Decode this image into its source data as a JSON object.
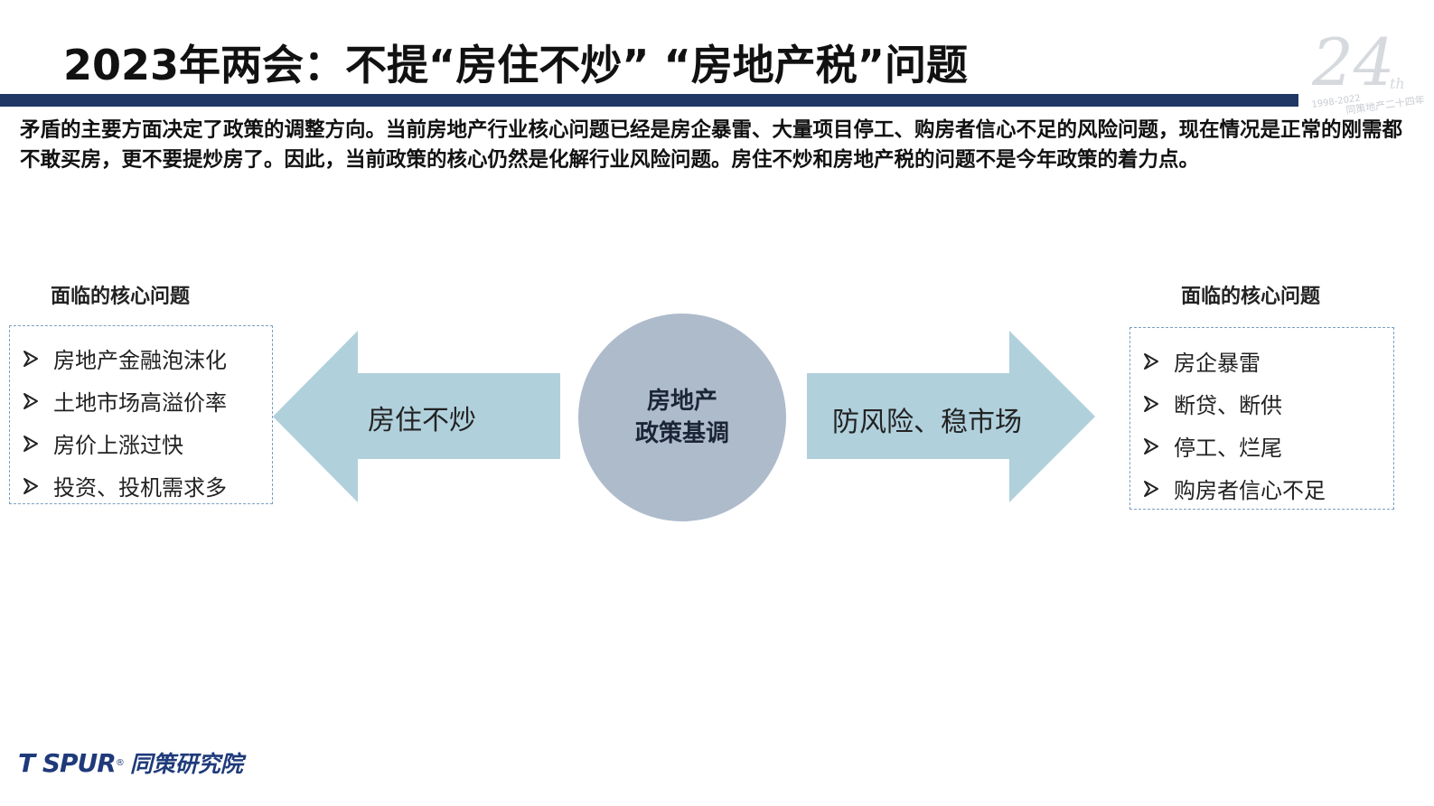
{
  "title": "2023年两会：不提“房住不炒” “房地产税”问题",
  "intro": "矛盾的主要方面决定了政策的调整方向。当前房地产行业核心问题已经是房企暴雷、大量项目停工、购房者信心不足的风险问题，现在情况是正常的刚需都不敢买房，更不要提炒房了。因此，当前政策的核心仍然是化解行业风险问题。房住不炒和房地产税的问题不是今年政策的着力点。",
  "left_panel": {
    "heading": "面临的核心问题",
    "items": [
      "房地产金融泡沫化",
      "土地市场高溢价率",
      "房价上涨过快",
      "投资、投机需求多"
    ]
  },
  "right_panel": {
    "heading": "面临的核心问题",
    "items": [
      "房企暴雷",
      "断贷、断供",
      "停工、烂尾",
      "购房者信心不足"
    ]
  },
  "left_arrow_label": "房住不炒",
  "right_arrow_label": "防风险、稳市场",
  "center": {
    "line1": "房地产",
    "line2": "政策基调"
  },
  "watermark": {
    "number": "24",
    "suffix": "th",
    "years": "1998-2022",
    "caption": "同策地产二十四年"
  },
  "logo": {
    "en": "T SPUR",
    "reg": "®",
    "cn": "同策研究院"
  },
  "colors": {
    "title_bar": "#1f3864",
    "arrow": "#b0d0dc",
    "circle": "#adbbcb",
    "logo": "#1f3a7a",
    "box_border": "#7a9fc2"
  }
}
